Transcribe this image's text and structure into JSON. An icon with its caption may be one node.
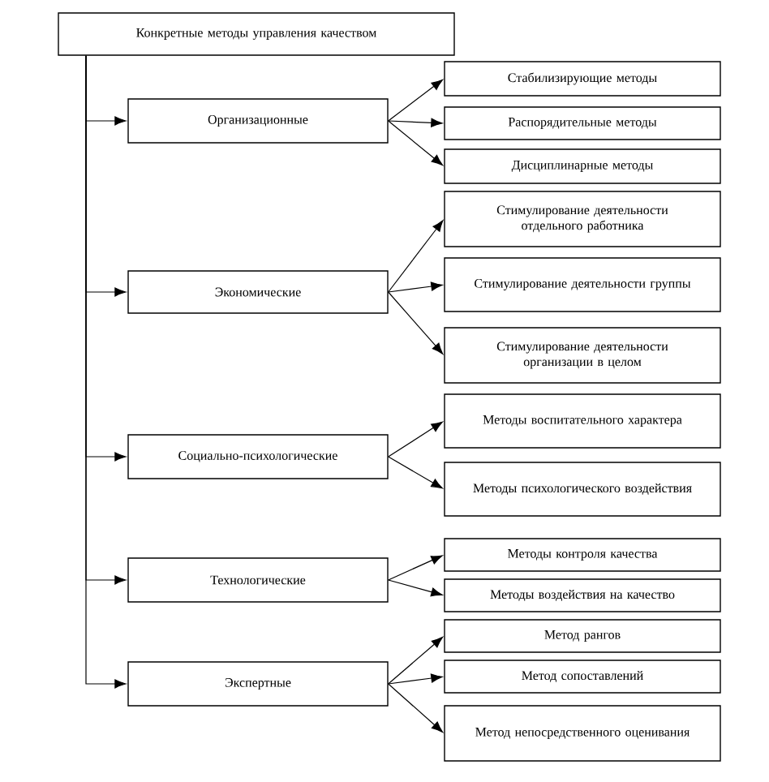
{
  "diagram": {
    "nodes": [
      {
        "text": [
          "Конкретные методы управления качеством"
        ]
      },
      {
        "text": [
          "Организационные"
        ]
      },
      {
        "text": [
          "Стабилизирующие методы"
        ]
      },
      {
        "text": [
          "Распорядительные методы"
        ]
      },
      {
        "text": [
          "Дисциплинарные методы"
        ]
      },
      {
        "text": [
          "Экономические"
        ]
      },
      {
        "text": [
          "Стимулирование деятельности отдельного работника"
        ]
      },
      {
        "text": [
          "Стимулирование деятельности группы"
        ]
      },
      {
        "text": [
          "Стимулирование деятельности организации в целом"
        ]
      },
      {
        "text": [
          "Социально-психологические"
        ]
      },
      {
        "text": [
          "Методы воспитательного характера"
        ]
      },
      {
        "text": [
          "Методы психологического воздействия"
        ]
      },
      {
        "text": [
          "Технологические"
        ]
      },
      {
        "text": [
          "Методы контроля качества"
        ]
      },
      {
        "text": [
          "Методы воздействия на качество"
        ]
      },
      {
        "text": [
          "Экспертные"
        ]
      },
      {
        "text": [
          "Метод рангов"
        ]
      },
      {
        "text": [
          "Метод сопоставлений"
        ]
      },
      {
        "text": [
          "Метод непосредственного оценивания"
        ]
      }
    ],
    "edges": [
      {
        "from": 0,
        "to": 1,
        "arrow": "to"
      },
      {
        "from": 0,
        "to": 5,
        "arrow": "to"
      },
      {
        "from": 0,
        "to": 9,
        "arrow": "to"
      },
      {
        "from": 0,
        "to": 12,
        "arrow": "to"
      },
      {
        "from": 0,
        "to": 15,
        "arrow": "to"
      },
      {
        "from": 1,
        "to": 2,
        "arrow": "to"
      },
      {
        "from": 1,
        "to": 3,
        "arrow": "to"
      },
      {
        "from": 1,
        "to": 4,
        "arrow": "to"
      },
      {
        "from": 5,
        "to": 6,
        "arrow": "to"
      },
      {
        "from": 5,
        "to": 7,
        "arrow": "to"
      },
      {
        "from": 5,
        "to": 8,
        "arrow": "to"
      },
      {
        "from": 9,
        "to": 10,
        "arrow": "to"
      },
      {
        "from": 9,
        "to": 11,
        "arrow": "to"
      },
      {
        "from": 12,
        "to": 13,
        "arrow": "to"
      },
      {
        "from": 12,
        "to": 14,
        "arrow": "to"
      },
      {
        "from": 15,
        "to": 16,
        "arrow": "to"
      },
      {
        "from": 15,
        "to": 17,
        "arrow": "to"
      },
      {
        "from": 15,
        "to": 18,
        "arrow": "to"
      }
    ]
  }
}
